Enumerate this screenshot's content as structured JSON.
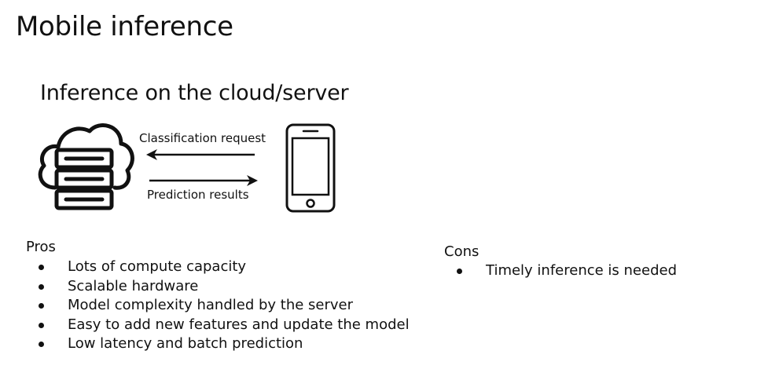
{
  "slide": {
    "title": "Mobile inference",
    "heading": "Inference on the cloud/server"
  },
  "diagram": {
    "icons": [
      "cloud-server-icon",
      "smartphone-icon",
      "arrow-left-icon",
      "arrow-right-icon"
    ],
    "request_label": "Classification request",
    "results_label": "Prediction results"
  },
  "pros": {
    "heading": "Pros",
    "items": [
      "Lots of compute capacity",
      "Scalable hardware",
      "Model complexity handled by the server",
      "Easy to add new features and update the model",
      "Low latency and batch prediction"
    ]
  },
  "cons": {
    "heading": "Cons",
    "items": [
      "Timely inference is needed"
    ]
  },
  "colors": {
    "text": "#111111",
    "background": "#ffffff"
  }
}
